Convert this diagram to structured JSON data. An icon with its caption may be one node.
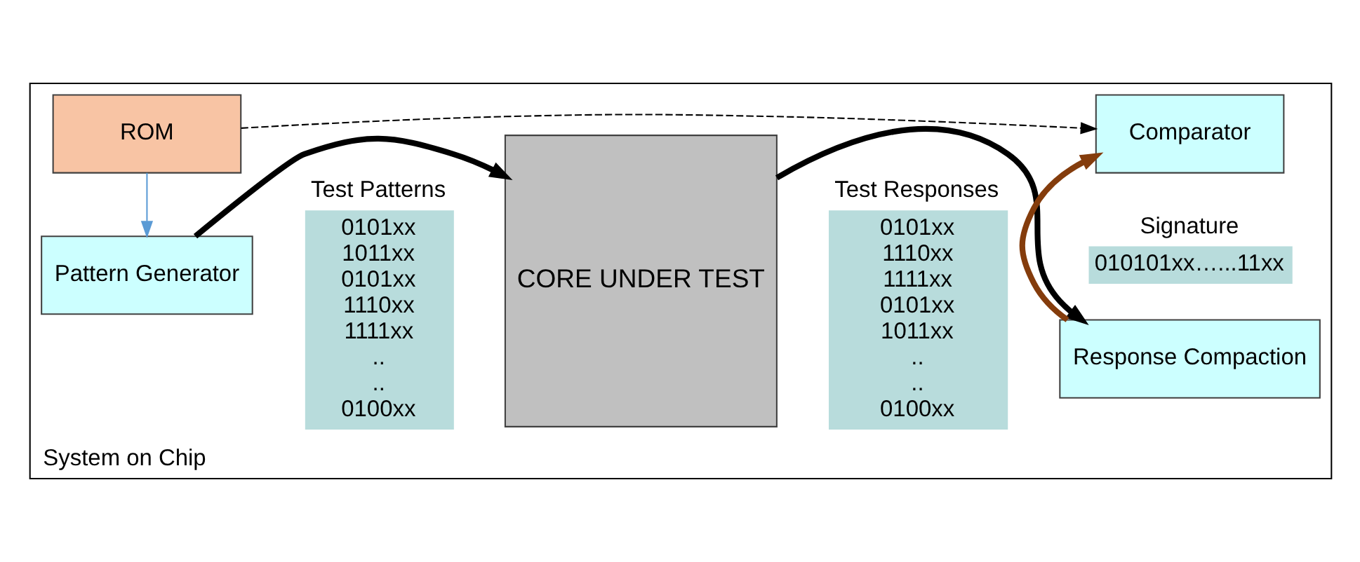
{
  "diagram": {
    "nodes": [
      {
        "text": [
          "System on Chip"
        ]
      },
      {
        "text": [
          "ROM"
        ],
        "in": 0
      },
      {
        "text": [
          "Pattern Generator"
        ],
        "in": 0
      },
      {
        "text": [
          "Test Patterns",
          "0101xx",
          "1011xx",
          "0101xx",
          "1110xx",
          "1111xx",
          "..",
          "..",
          "0100xx"
        ],
        "in": 0
      },
      {
        "text": [
          "CORE UNDER TEST"
        ],
        "in": 0
      },
      {
        "text": [
          "Test Responses",
          "0101xx",
          "1110xx",
          "1111xx",
          "0101xx",
          "1011xx",
          "..",
          "..",
          "0100xx"
        ],
        "in": 0
      },
      {
        "text": [
          "Response Compaction"
        ],
        "in": 0
      },
      {
        "text": [
          "Signature",
          "010101xx…...11xx"
        ],
        "in": 0
      },
      {
        "text": [
          "Comparator"
        ],
        "in": 0
      }
    ],
    "edges": [
      {
        "from": 1,
        "to": 2,
        "arrow": "to",
        "color": "#5b9bd5"
      },
      {
        "from": 2,
        "to": 4,
        "arrow": "to"
      },
      {
        "from": 4,
        "to": 6,
        "arrow": "to"
      },
      {
        "from": 6,
        "to": 8,
        "arrow": "to",
        "color": "#843c0c"
      },
      {
        "from": 1,
        "to": 8,
        "arrow": "to",
        "style": "dashed"
      }
    ]
  }
}
